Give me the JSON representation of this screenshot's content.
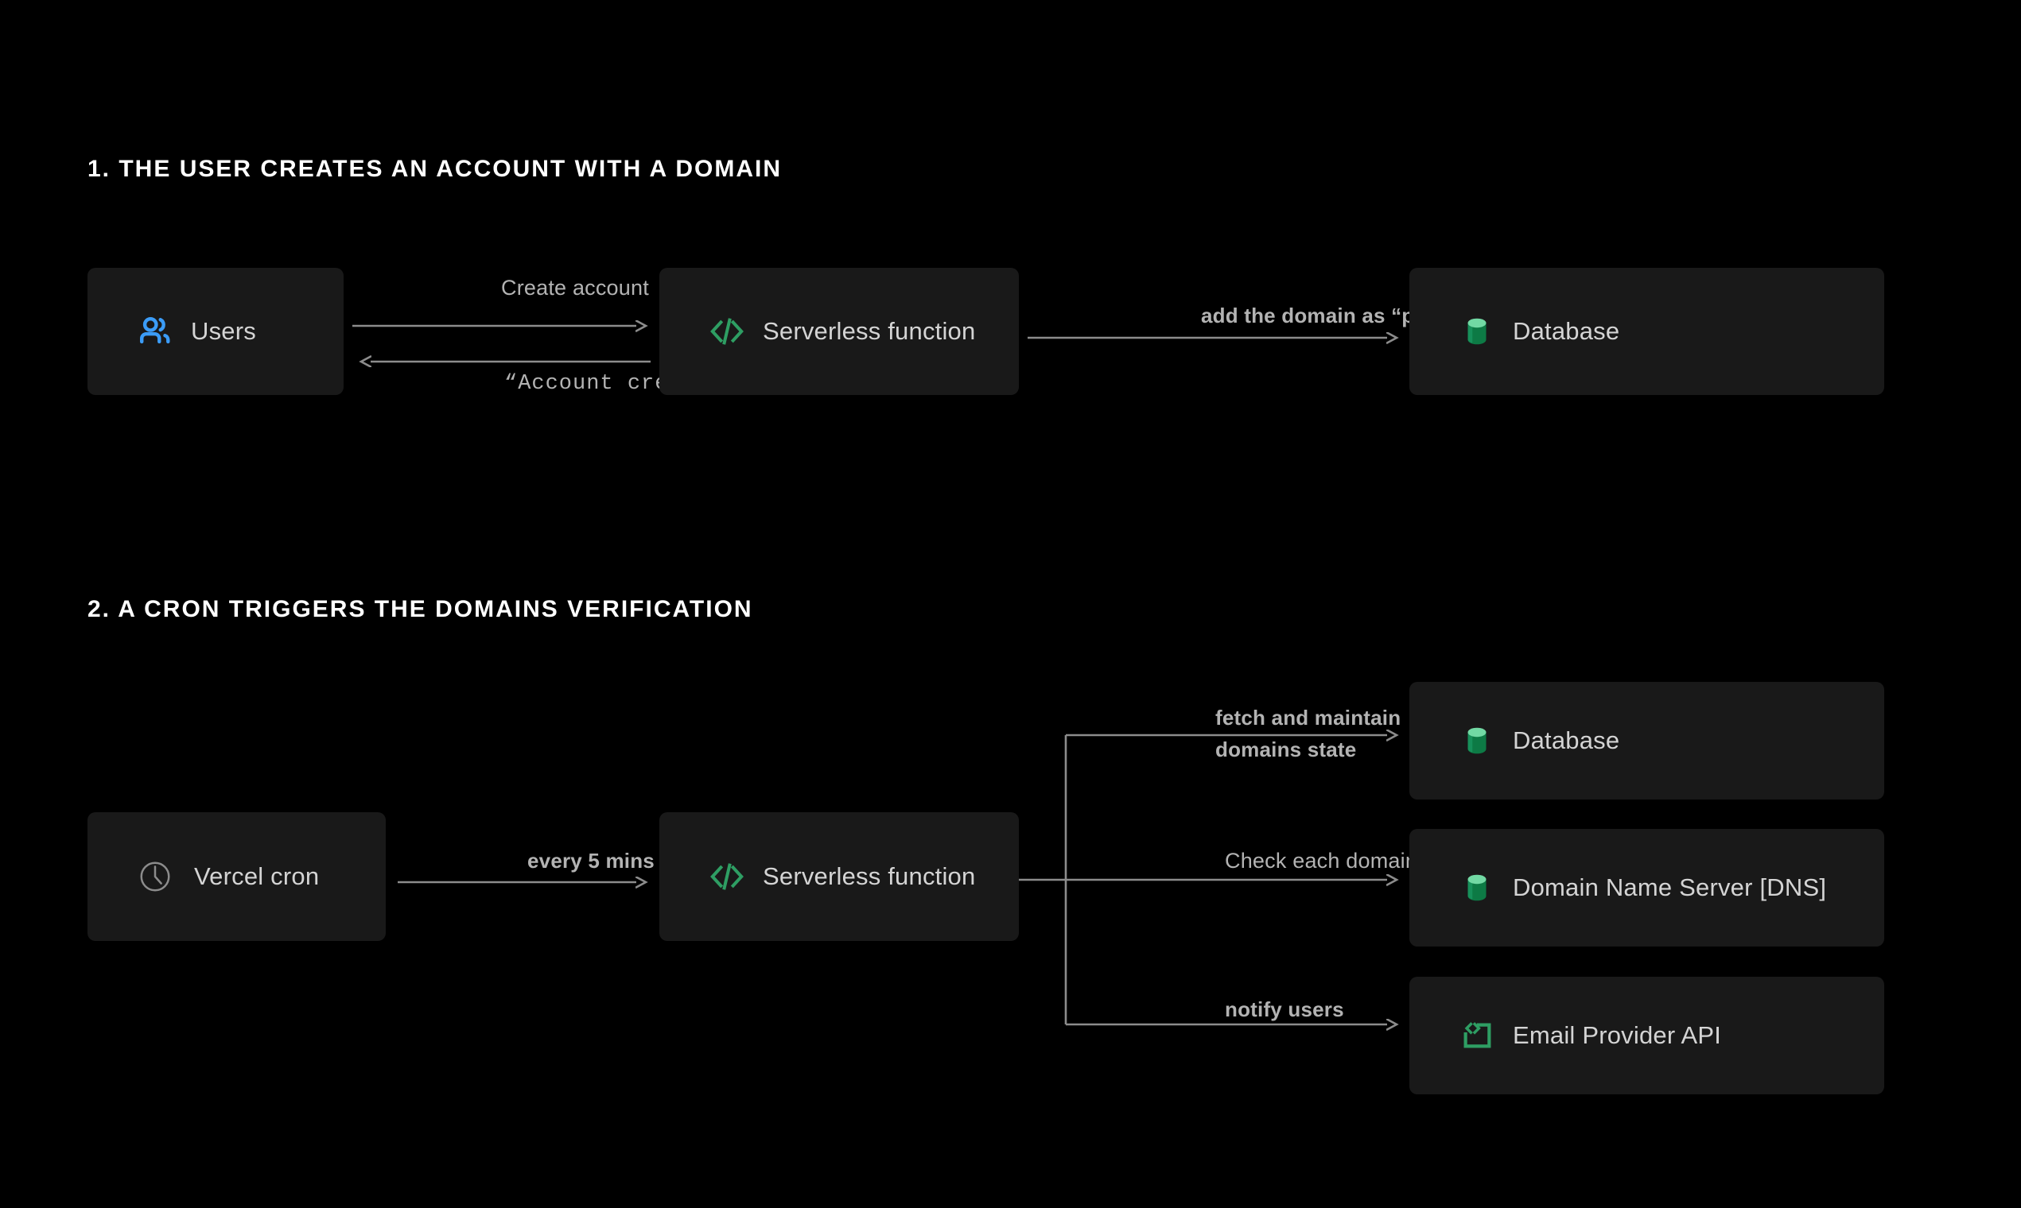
{
  "page": {
    "background": "#000000",
    "card_background": "#191919",
    "label_color": "#b3b3b3",
    "node_text_color": "#d4d4d4",
    "accent_green": "#2e9e63",
    "accent_blue": "#3b9cf7",
    "wire_color": "#8c8c8c"
  },
  "sections": [
    {
      "heading": "1. THE USER CREATES AN ACCOUNT WITH A DOMAIN",
      "nodes": [
        {
          "id": "users",
          "label": "Users",
          "icon": "users-icon"
        },
        {
          "id": "serverless-1",
          "label": "Serverless function",
          "icon": "code-brackets-icon"
        },
        {
          "id": "database-1",
          "label": "Database",
          "icon": "database-cylinder-icon"
        }
      ],
      "edges": [
        {
          "id": "create-account",
          "label": "Create account",
          "from": "users",
          "to": "serverless-1",
          "direction": "right",
          "style": "sans"
        },
        {
          "id": "account-created",
          "label": "“Account created”",
          "from": "serverless-1",
          "to": "users",
          "direction": "left",
          "style": "mono"
        },
        {
          "id": "add-domain-pending",
          "label": "add the domain as “pending”",
          "from": "serverless-1",
          "to": "database-1",
          "direction": "right",
          "style": "sans-bold"
        }
      ]
    },
    {
      "heading": "2. A CRON TRIGGERS THE DOMAINS VERIFICATION",
      "nodes": [
        {
          "id": "vercel-cron",
          "label": "Vercel cron",
          "icon": "clock-icon"
        },
        {
          "id": "serverless-2",
          "label": "Serverless function",
          "icon": "code-brackets-icon"
        },
        {
          "id": "database-2",
          "label": "Database",
          "icon": "database-cylinder-icon"
        },
        {
          "id": "dns",
          "label": "Domain Name Server  [DNS]",
          "icon": "database-cylinder-icon"
        },
        {
          "id": "email-api",
          "label": "Email Provider API",
          "icon": "api-bracket-icon"
        }
      ],
      "edges": [
        {
          "id": "every-5-mins",
          "label": "every 5 mins",
          "from": "vercel-cron",
          "to": "serverless-2",
          "direction": "right",
          "style": "sans-bold"
        },
        {
          "id": "fetch-maintain",
          "label_line_1": "fetch and maintain",
          "label_line_2": "domains state",
          "from": "serverless-2",
          "to": "database-2",
          "direction": "right",
          "style": "sans-bold"
        },
        {
          "id": "check-each-domain",
          "label": "Check each domain",
          "from": "serverless-2",
          "to": "dns",
          "direction": "right",
          "style": "sans"
        },
        {
          "id": "notify-users",
          "label": "notify users",
          "from": "serverless-2",
          "to": "email-api",
          "direction": "right",
          "style": "sans-bold"
        }
      ]
    }
  ]
}
